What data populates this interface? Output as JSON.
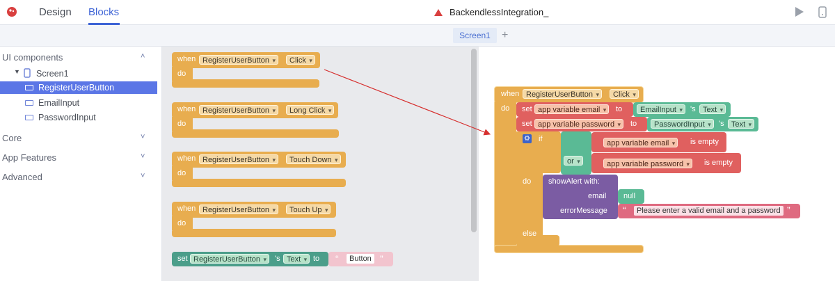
{
  "topbar": {
    "tabs": [
      "Design",
      "Blocks"
    ],
    "active_tab": "Blocks",
    "project_title": "BackendlessIntegration_"
  },
  "screens": {
    "tabs": [
      "Screen1"
    ],
    "add": "+"
  },
  "sidebar": {
    "ui_components": "UI components",
    "screen": "Screen1",
    "components": [
      "RegisterUserButton",
      "EmailInput",
      "PasswordInput"
    ],
    "sections": [
      "Core",
      "App Features",
      "Advanced"
    ]
  },
  "palette": {
    "when": "when",
    "do": "do",
    "component": "RegisterUserButton",
    "events": [
      "Click",
      "Long Click",
      "Touch Down",
      "Touch Up"
    ],
    "setter": {
      "set": "set",
      "component": "RegisterUserButton",
      "s": "'s",
      "prop": "Text",
      "to": "to",
      "open_quote": "“",
      "value": "Button",
      "close_quote": "”"
    }
  },
  "workspace": {
    "when": "when",
    "component": "RegisterUserButton",
    "event": "Click",
    "do": "do",
    "set1": {
      "set": "set",
      "var": "app variable email",
      "to": "to",
      "comp": "EmailInput",
      "s": "'s",
      "prop": "Text"
    },
    "set2": {
      "set": "set",
      "var": "app variable password",
      "to": "to",
      "comp": "PasswordInput",
      "s": "'s",
      "prop": "Text"
    },
    "if": "if",
    "or": "or",
    "do_inner": "do",
    "else": "else",
    "cond1": {
      "var": "app variable email",
      "op": "is empty"
    },
    "cond2": {
      "var": "app variable password",
      "op": "is empty"
    },
    "alert": {
      "name": "showAlert  with:",
      "email_label": "email",
      "email_value": "null",
      "msg_label": "errorMessage",
      "open_quote": "“",
      "msg": "Please enter a valid email and a password",
      "close_quote": "”"
    }
  },
  "colors": {
    "event": "#e8ad4f",
    "set": "#e0605f",
    "component": "#5aba95",
    "text": "#df6a80",
    "alert": "#7b5ca3",
    "accent": "#3e64d6"
  }
}
